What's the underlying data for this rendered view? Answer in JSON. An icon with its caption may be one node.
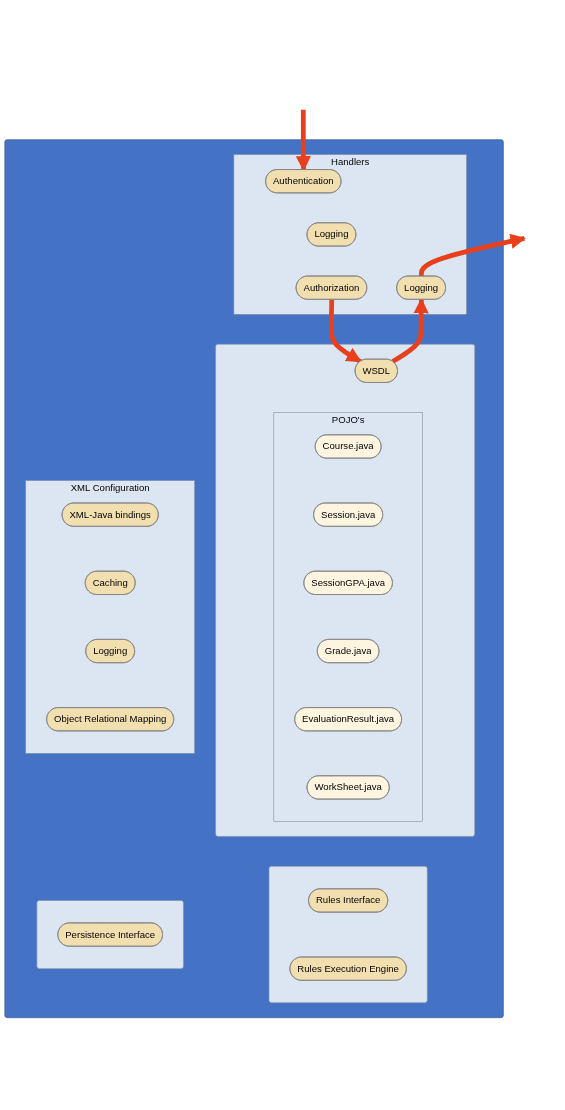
{
  "diagram": {
    "nodes": [
      {
        "text": [],
        "shape": "box"
      },
      {
        "text": [
          "Handlers"
        ],
        "in": 0
      },
      {
        "text": [
          "Authentication"
        ],
        "in": 1
      },
      {
        "text": [
          "Logging"
        ],
        "in": 1
      },
      {
        "text": [
          "Logging"
        ],
        "in": 1
      },
      {
        "text": [
          "Authorization"
        ],
        "in": 1
      },
      {
        "text": [],
        "shape": "box",
        "in": 0
      },
      {
        "text": [
          "WSDL"
        ],
        "in": 6
      },
      {
        "text": [
          "POJO's"
        ],
        "in": 6
      },
      {
        "text": [
          "Course.java"
        ],
        "in": 8
      },
      {
        "text": [
          "Session.java"
        ],
        "in": 8
      },
      {
        "text": [
          "SessionGPA.java"
        ],
        "in": 8
      },
      {
        "text": [
          "Grade.java"
        ],
        "in": 8
      },
      {
        "text": [
          "EvaluationResult.java"
        ],
        "in": 8
      },
      {
        "text": [
          "WorkSheet.java"
        ],
        "in": 8
      },
      {
        "text": [
          "XML Configuration"
        ],
        "in": 0
      },
      {
        "text": [
          "XML-Java bindings"
        ],
        "in": 15
      },
      {
        "text": [
          "Caching"
        ],
        "in": 15
      },
      {
        "text": [
          "Logging"
        ],
        "in": 15
      },
      {
        "text": [
          "Object Relational Mapping"
        ],
        "in": 15
      },
      {
        "text": [],
        "shape": "box",
        "in": 0
      },
      {
        "text": [
          "Rules Interface"
        ],
        "in": 20
      },
      {
        "text": [
          "Rules Execution Engine"
        ],
        "in": 20
      },
      {
        "text": [],
        "shape": "box",
        "in": 0
      },
      {
        "text": [
          "Persistence Interface"
        ],
        "in": 23
      }
    ],
    "edges": [
      {
        "from": null,
        "to": 2,
        "arrow": "to"
      },
      {
        "from": 5,
        "to": 7,
        "arrow": "to"
      },
      {
        "from": 7,
        "to": 3,
        "arrow": "to"
      },
      {
        "from": 3,
        "to": null,
        "arrow": "to"
      }
    ]
  }
}
